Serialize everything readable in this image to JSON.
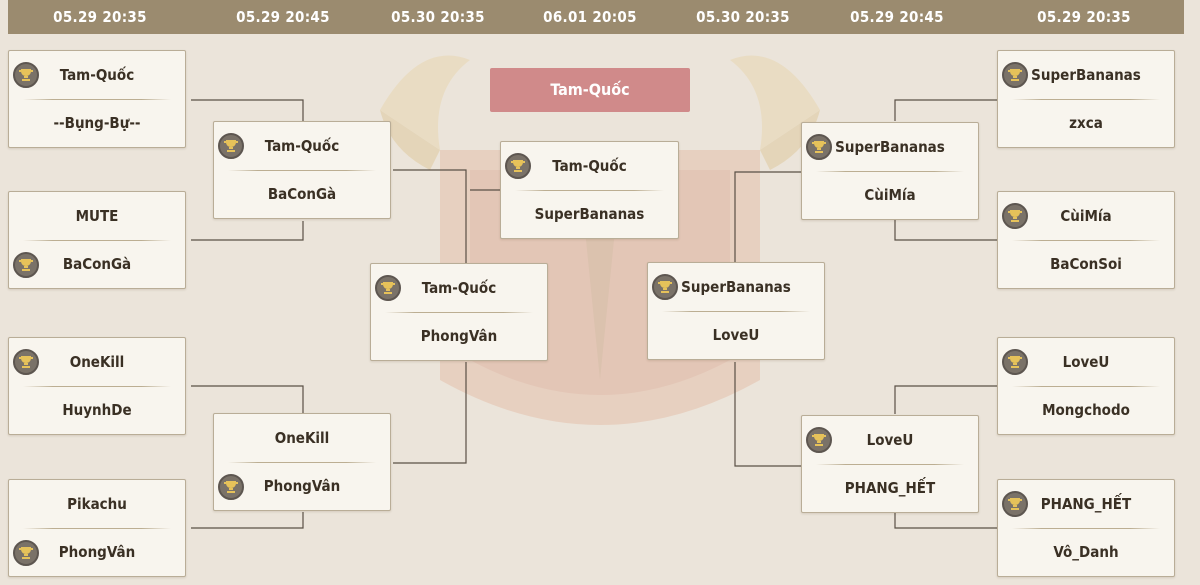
{
  "header": {
    "dates": [
      "05.29 20:35",
      "05.29 20:45",
      "05.30 20:35",
      "06.01 20:05",
      "05.30 20:35",
      "05.29 20:45",
      "05.29 20:35"
    ]
  },
  "champion": {
    "name": "Tam-Quốc"
  },
  "matches": {
    "left_r1_m1": {
      "team1": "Tam-Quốc",
      "team2": "--Bụng-Bự--",
      "winner": 1
    },
    "left_r1_m2": {
      "team1": "MUTE",
      "team2": "BaConGà",
      "winner": 2
    },
    "left_r1_m3": {
      "team1": "OneKill",
      "team2": "HuynhDe",
      "winner": 1
    },
    "left_r1_m4": {
      "team1": "Pikachu",
      "team2": "PhongVân",
      "winner": 2
    },
    "left_r2_m1": {
      "team1": "Tam-Quốc",
      "team2": "BaConGà",
      "winner": 1
    },
    "left_r2_m2": {
      "team1": "OneKill",
      "team2": "PhongVân",
      "winner": 2
    },
    "left_semi": {
      "team1": "Tam-Quốc",
      "team2": "PhongVân",
      "winner": 1
    },
    "final": {
      "team1": "Tam-Quốc",
      "team2": "SuperBananas",
      "winner": 1
    },
    "right_semi": {
      "team1": "SuperBananas",
      "team2": "LoveU",
      "winner": 1
    },
    "right_r2_m1": {
      "team1": "SuperBananas",
      "team2": "CùiMía",
      "winner": 1
    },
    "right_r2_m2": {
      "team1": "LoveU",
      "team2": "PHANG_HẾT",
      "winner": 1
    },
    "right_r1_m1": {
      "team1": "SuperBananas",
      "team2": "zxca",
      "winner": 1
    },
    "right_r1_m2": {
      "team1": "CùiMía",
      "team2": "BaConSoi",
      "winner": 1
    },
    "right_r1_m3": {
      "team1": "LoveU",
      "team2": "Mongchodo",
      "winner": 1
    },
    "right_r1_m4": {
      "team1": "PHANG_HẾT",
      "team2": "Vô_Danh",
      "winner": 1
    }
  },
  "icons": {
    "winner_marker": "trophy-icon"
  },
  "colors": {
    "header_bg": "#9b8b6f",
    "champion_bg": "#d08a8a",
    "card_bg": "#f8f5ee",
    "line": "#5a5046",
    "trophy_gold": "#e6c25a"
  }
}
